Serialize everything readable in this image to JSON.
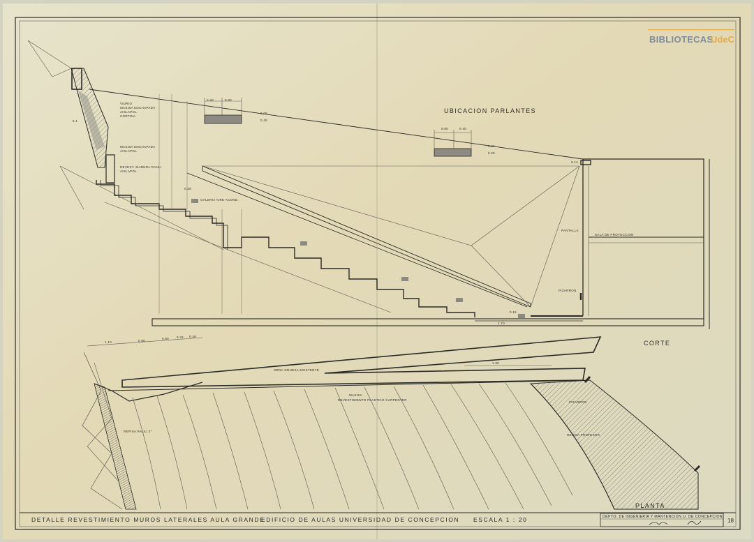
{
  "watermark": {
    "brand": "BIBLIOTECAS",
    "suffix": "UdeC"
  },
  "labels": {
    "ubicacion": "UBICACION PARLANTES",
    "corte": "CORTE",
    "planta": "PLANTA",
    "obra_gruesa": "OBRA GRUESA EXISTENTE",
    "masisa": "MASISA",
    "revestimiento": "REVESTIMIENTO PLASTICO CARPENTER",
    "galeria": "GALERIA AIRE ACOND.",
    "pantalla": "PANTALLA",
    "pizarron_corte": "PIZARRON",
    "pizarron_planta": "PIZARRON",
    "repisa_raulí": "REPISA RAULI 2\"",
    "repisa_profesor": "REPISA PROFESOR",
    "vidrio": "VIDRIO",
    "masisa_enchapada": "MASISA ENCHAPADA",
    "aislapol": "AISLAPOL",
    "cortina": "CORTINA",
    "masisa_enchapada_2": "MASISA ENCHAPADA",
    "aislapol_2": "AISLAPOL",
    "revest_madera": "REVEST. MADERA RAULI",
    "aislapol_3": "AISLAPOL",
    "sala_proyeccion": "SALA DE PROYECCION",
    "dim_040_a": "0.40",
    "dim_080_a": "0.80",
    "dim_080_b": "0.80",
    "dim_040_b": "0.40",
    "dim_006_a": "0.06",
    "dim_025_a": "0.25",
    "dim_006_b": "0.06",
    "dim_025_b": "0.25",
    "dim_170": "1.70",
    "dim_130": "1.30",
    "dim_014": "0.14",
    "dim_015": "0.15",
    "dim_035": "0.35",
    "dim_110": "1.10",
    "dim_080_c": "0.80",
    "dim_060": "0.60",
    "dim_032": "0.32",
    "dim_048": "0.48",
    "dim_s1": "5.1"
  },
  "title_block": {
    "left": "DETALLE  REVESTIMIENTO  MUROS  LATERALES  AULA  GRANDE",
    "center": "EDIFICIO  DE  AULAS  UNIVERSIDAD  DE  CONCEPCION",
    "scale": "ESCALA   1 : 20",
    "dept": "DEPTO. DE INGENIERIA Y MANTENCION  U. DE CONCEPCION",
    "sheet_no": "18"
  },
  "colors": {
    "paper": "#e5e0c6",
    "ink": "#2a2a26"
  }
}
